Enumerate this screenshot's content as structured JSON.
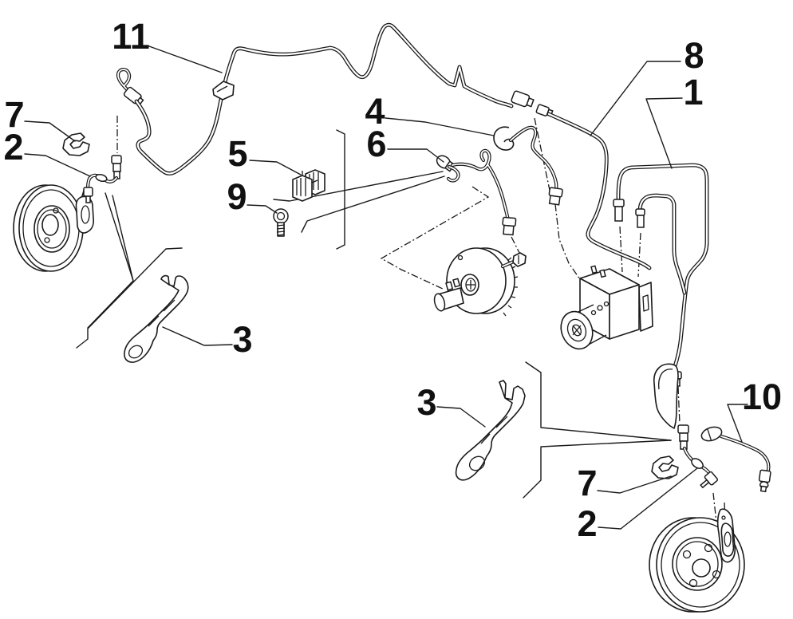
{
  "diagram": {
    "background_color": "#ffffff",
    "line_color": "#1a1a1a",
    "type": "exploded-parts-diagram",
    "callouts": [
      {
        "label": "11"
      },
      {
        "label": "7"
      },
      {
        "label": "2"
      },
      {
        "label": "5"
      },
      {
        "label": "9"
      },
      {
        "label": "3"
      },
      {
        "label": "4"
      },
      {
        "label": "6"
      },
      {
        "label": "8"
      },
      {
        "label": "1"
      },
      {
        "label": "3"
      },
      {
        "label": "10"
      },
      {
        "label": "7"
      },
      {
        "label": "2"
      }
    ]
  }
}
